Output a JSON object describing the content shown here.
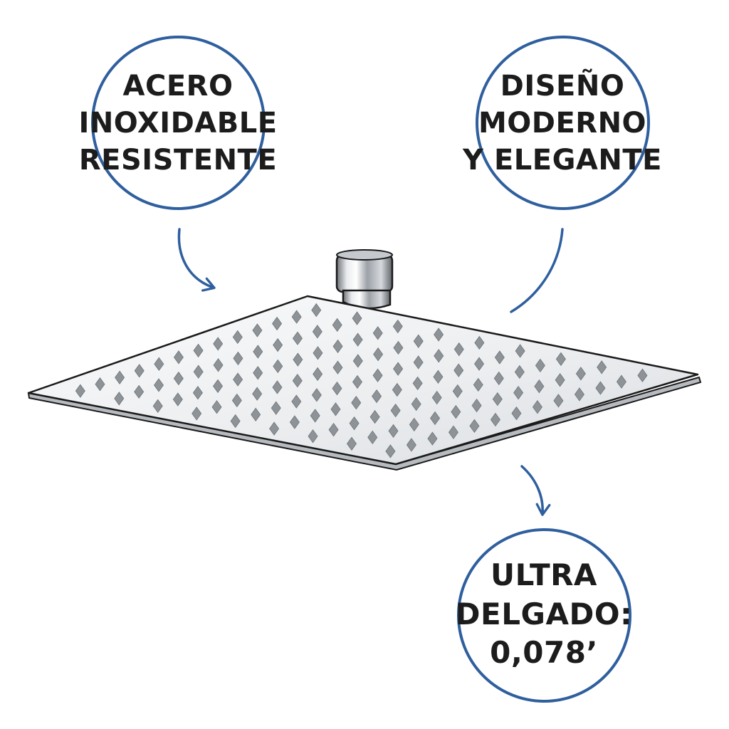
{
  "features": [
    {
      "lines": [
        "ACERO",
        "INOXIDABLE",
        "RESISTENTE"
      ]
    },
    {
      "lines": [
        "DISEÑO",
        "MODERNO",
        "Y ELEGANTE"
      ]
    },
    {
      "lines": [
        "ULTRA",
        "DELGADO:",
        "0,078’"
      ]
    }
  ],
  "colors": {
    "accent": "#2f5f9e",
    "text": "#1c1c1c",
    "steel_light": "#f2f3f5",
    "steel_mid": "#c9ccd1",
    "nozzle": "#8e9398",
    "outline": "#1a1a1a"
  },
  "product": {
    "nozzle_columns": 13,
    "nozzle_rows": 9
  }
}
